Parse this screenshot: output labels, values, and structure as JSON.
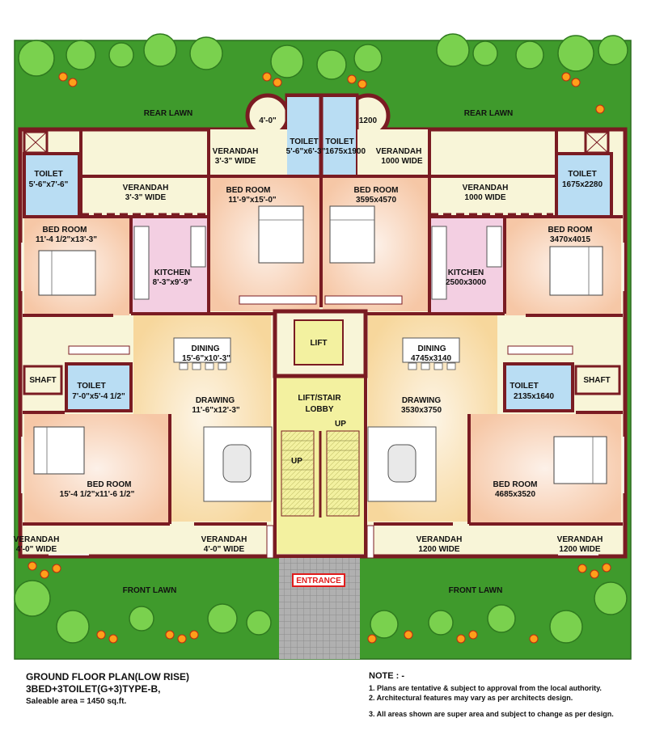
{
  "labels": {
    "rear_lawn_left": "REAR LAWN",
    "rear_lawn_right": "REAR LAWN",
    "bay_left": "4'-0\"",
    "bay_right": "1200",
    "toilet_top_left": "TOILET",
    "toilet_top_left_size": "5'-6\"x6'-3\"",
    "toilet_top_right": "TOILET",
    "toilet_top_right_size": "1675x1900",
    "verandah_top_left": "VERANDAH",
    "verandah_top_left_size": "3'-3\" WIDE",
    "verandah_top_right": "VERANDAH",
    "verandah_top_right_size": "1000 WIDE",
    "toilet_left": "TOILET",
    "toilet_left_size": "5'-6\"x7'-6\"",
    "toilet_right": "TOILET",
    "toilet_right_size": "1675x2280",
    "verandah_mid_left": "VERANDAH",
    "verandah_mid_left_size": "3'-3\" WIDE",
    "verandah_mid_right": "VERANDAH",
    "verandah_mid_right_size": "1000 WIDE",
    "bed_cl": "BED ROOM",
    "bed_cl_size": "11'-9\"x15'-0\"",
    "bed_cr": "BED ROOM",
    "bed_cr_size": "3595x4570",
    "bed_l": "BED ROOM",
    "bed_l_size": "11'-4 1/2\"x13'-3\"",
    "bed_r": "BED ROOM",
    "bed_r_size": "3470x4015",
    "kitchen_l": "KITCHEN",
    "kitchen_l_size": "8'-3\"x9'-9\"",
    "kitchen_r": "KITCHEN",
    "kitchen_r_size": "2500x3000",
    "lift": "LIFT",
    "dining_l": "DINING",
    "dining_l_size": "15'-6\"x10'-3\"",
    "dining_r": "DINING",
    "dining_r_size": "4745x3140",
    "shaft_l": "SHAFT",
    "shaft_r": "SHAFT",
    "toilet_ml": "TOILET",
    "toilet_ml_size": "7'-0\"x5'-4 1/2\"",
    "toilet_mr": "TOILET",
    "toilet_mr_size": "2135x1640",
    "drawing_l": "DRAWING",
    "drawing_l_size": "11'-6\"x12'-3\"",
    "drawing_r": "DRAWING",
    "drawing_r_size": "3530x3750",
    "lobby_1": "LIFT/STAIR",
    "lobby_2": "LOBBY",
    "up_1": "UP",
    "up_2": "UP",
    "bed_bl": "BED ROOM",
    "bed_bl_size": "15'-4 1/2\"x11'-6 1/2\"",
    "bed_br": "BED ROOM",
    "bed_br_size": "4685x3520",
    "verandah_bl1": "VERANDAH",
    "verandah_bl1_size": "4'-0\" WIDE",
    "verandah_bl2": "VERANDAH",
    "verandah_bl2_size": "4'-0\" WIDE",
    "verandah_br1": "VERANDAH",
    "verandah_br1_size": "1200 WIDE",
    "verandah_br2": "VERANDAH",
    "verandah_br2_size": "1200 WIDE",
    "entrance": "ENTRANCE",
    "front_lawn_left": "FRONT LAWN",
    "front_lawn_right": "FRONT LAWN"
  },
  "footer": {
    "title": "GROUND FLOOR PLAN(LOW RISE)",
    "subtitle": "3BED+3TOILET(G+3)TYPE-B,",
    "area": "Saleable area = 1450 sq.ft.",
    "note_heading": "NOTE : -",
    "note_1": "1.  Plans are tentative & subject to approval from the local authority.",
    "note_2": "2.  Architectural features  may vary as per architects design.",
    "note_3": "3. All areas  shown are super area and subject to change as per design."
  },
  "colors": {
    "lawn": "#3f9a2c",
    "wall": "#7a1b22",
    "toilet": "#b9ddf3",
    "bedroom": "#f6c7a6",
    "kitchen": "#f3cfe2",
    "drawing": "#f7d79c",
    "lobby": "#f3f1a0",
    "verandah": "#f8f5d8",
    "entrance": "#e01b1b"
  }
}
